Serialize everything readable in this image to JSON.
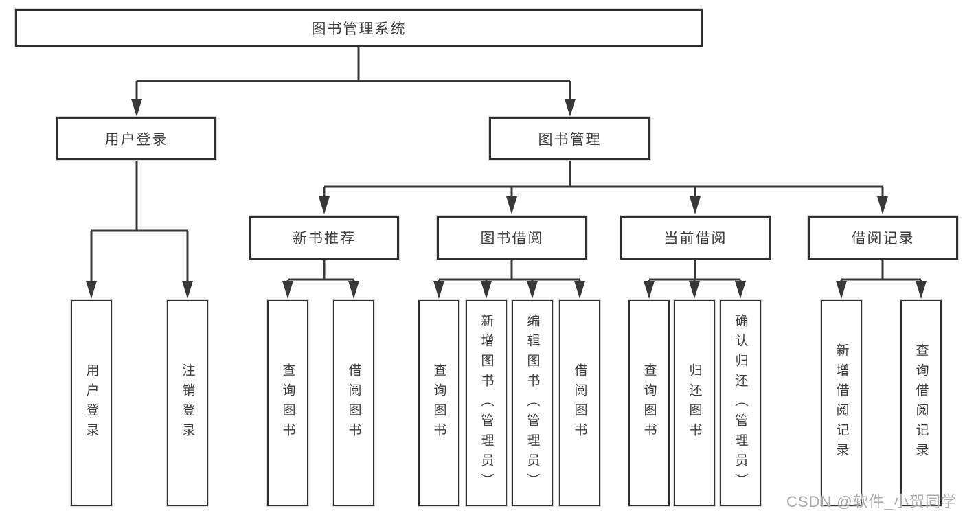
{
  "tree": {
    "root": {
      "label": "图书管理系统"
    },
    "branches": [
      {
        "label": "用户登录",
        "children": [
          {
            "label": "用户登录"
          },
          {
            "label": "注销登录"
          }
        ]
      },
      {
        "label": "图书管理",
        "children": [
          {
            "label": "新书推荐",
            "children": [
              {
                "label": "查询图书"
              },
              {
                "label": "借阅图书"
              }
            ]
          },
          {
            "label": "图书借阅",
            "children": [
              {
                "label": "查询图书"
              },
              {
                "label": "新增图书（管理员）"
              },
              {
                "label": "编辑图书（管理员）"
              },
              {
                "label": "借阅图书"
              }
            ]
          },
          {
            "label": "当前借阅",
            "children": [
              {
                "label": "查询图书"
              },
              {
                "label": "归还图书"
              },
              {
                "label": "确认归还（管理员）"
              }
            ]
          },
          {
            "label": "借阅记录",
            "children": [
              {
                "label": "新增借阅记录"
              },
              {
                "label": "查询借阅记录"
              }
            ]
          }
        ]
      }
    ]
  },
  "watermark": "CSDN @软件_小贺同学",
  "colors": {
    "line": "#383838",
    "box_border": "#2f2f2f",
    "text": "#3d3d3d",
    "watermark": "#a9a9a9",
    "background": "#ffffff"
  }
}
